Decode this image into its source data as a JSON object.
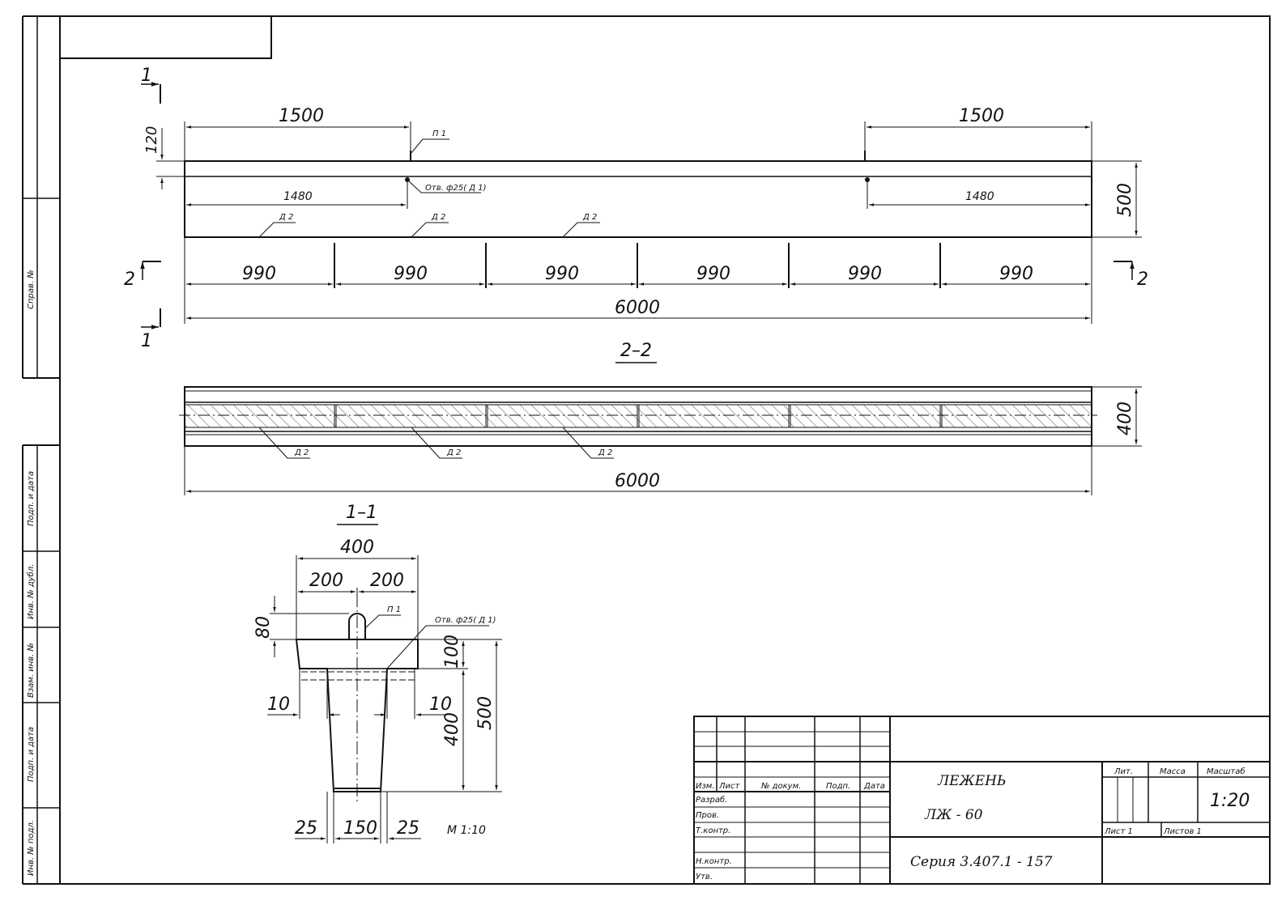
{
  "left_strip": {
    "sprav_no": "Справ. №",
    "podp_data_1": "Подп. и дата",
    "inv_dubl": "Инв. № дубл.",
    "vzam_inv": "Взам. инв. №",
    "podp_data_2": "Подп. и дата",
    "inv_podl": "Инв. № подл."
  },
  "plan": {
    "section_mark_1": "1",
    "section_mark_2": "2",
    "dim_1500_left": "1500",
    "dim_1500_right": "1500",
    "dim_120": "120",
    "dim_1480_left": "1480",
    "dim_1480_right": "1480",
    "dim_500": "500",
    "label_p1": "П 1",
    "label_hole": "Отв. ф25( Д 1)",
    "label_d2": "Д 2",
    "segments": [
      "990",
      "990",
      "990",
      "990",
      "990",
      "990"
    ],
    "total": "6000"
  },
  "section22": {
    "title": "2–2",
    "dim_400": "400",
    "label_d2": "Д 2",
    "total": "6000"
  },
  "section11": {
    "title": "1–1",
    "dim_400": "400",
    "dim_200_left": "200",
    "dim_200_right": "200",
    "dim_80": "80",
    "label_p1": "П 1",
    "label_hole": "Отв. ф25( Д 1)",
    "dim_100": "100",
    "dim_500": "500",
    "dim_400_v": "400",
    "dim_10_left": "10",
    "dim_10_right": "10",
    "dim_25_left": "25",
    "dim_150": "150",
    "dim_25_right": "25",
    "scale": "М 1:10"
  },
  "title_block": {
    "col_izm": "Изм.",
    "col_list": "Лист",
    "col_dokum": "№ докум.",
    "col_podp": "Подп.",
    "col_data": "Дата",
    "row_razrab": "Разраб.",
    "row_prov": "Пров.",
    "row_tkontr": "Т.контр.",
    "row_nkontr": "Н.контр.",
    "row_utv": "Утв.",
    "name": "ЛЕЖЕНЬ",
    "code": "ЛЖ - 60",
    "series": "Серия 3.407.1 - 157",
    "lit": "Лит.",
    "massa": "Масса",
    "masshtab": "Масштаб",
    "scale_value": "1:20",
    "sheet": "Лист 1",
    "sheets": "Листов 1"
  }
}
